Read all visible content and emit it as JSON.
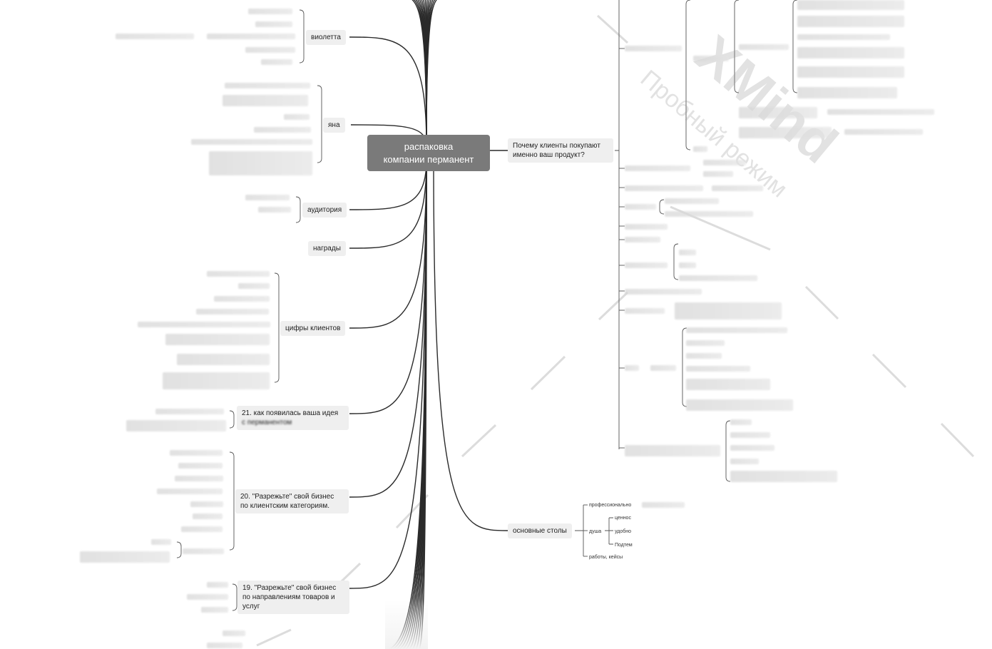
{
  "root": {
    "line1": "распаковка",
    "line2": "компании перманент"
  },
  "left_branches": {
    "violetta": "виолетта",
    "yana": "яна",
    "audience": "аудитория",
    "awards": "награды",
    "client_numbers": "цифры клиентов",
    "idea": {
      "line1": "21. как появилась ваша идея",
      "line2": "с перманентом"
    },
    "split_client": {
      "line1": "20. \"Разрежьте\" свой бизнес",
      "line2": "по клиентским категориям."
    },
    "split_goods": {
      "line1": "19. \"Разрежьте\" свой бизнес",
      "line2": "по направлениям товаров и",
      "line3": "услуг"
    }
  },
  "right_branches": {
    "why_clients": {
      "line1": "Почему клиенты покупают",
      "line2": "именно ваш продукт?"
    },
    "main_tables": "основные столы",
    "sub": {
      "professional": "профессионально",
      "soul": "душа",
      "value": "ценнос",
      "comfort": "удобно",
      "sub3": "Подтем",
      "works_cases": "работы, кейсы"
    }
  },
  "watermark": {
    "brand": "XMind",
    "mode": "Пробный режим"
  }
}
